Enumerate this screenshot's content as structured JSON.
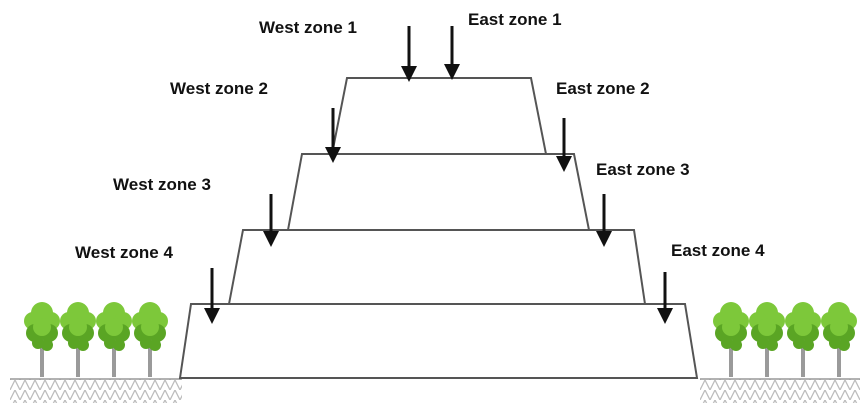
{
  "colors": {
    "outline": "#555555",
    "arrow": "#111111",
    "tree_foliage": "#7dc83a",
    "tree_foliage_dark": "#5aa524",
    "tree_trunk": "#9a9a9a",
    "ground_hatch": "#bdbdbd"
  },
  "zones": {
    "west": [
      {
        "label": "West zone 1"
      },
      {
        "label": "West zone 2"
      },
      {
        "label": "West zone 3"
      },
      {
        "label": "West zone 4"
      }
    ],
    "east": [
      {
        "label": "East zone 1"
      },
      {
        "label": "East zone 2"
      },
      {
        "label": "East zone 3"
      },
      {
        "label": "East zone 4"
      }
    ]
  },
  "tree_groups": {
    "left_count": 4,
    "right_count": 4
  }
}
